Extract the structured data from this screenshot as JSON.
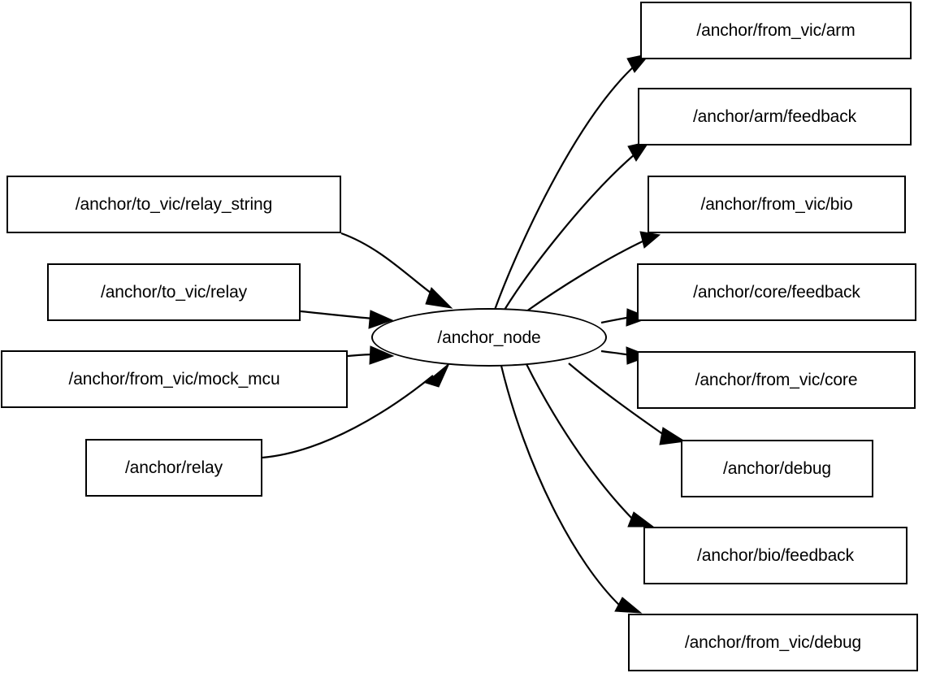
{
  "graph": {
    "type": "ros-node-graph",
    "background_color": "#ffffff",
    "stroke_color": "#000000",
    "center_node": {
      "label": "/anchor_node",
      "shape": "ellipse"
    },
    "publisher_topics": [
      {
        "label": "/anchor/to_vic/relay_string"
      },
      {
        "label": "/anchor/to_vic/relay"
      },
      {
        "label": "/anchor/from_vic/mock_mcu"
      },
      {
        "label": "/anchor/relay"
      }
    ],
    "subscriber_topics": [
      {
        "label": "/anchor/from_vic/arm"
      },
      {
        "label": "/anchor/arm/feedback"
      },
      {
        "label": "/anchor/from_vic/bio"
      },
      {
        "label": "/anchor/core/feedback"
      },
      {
        "label": "/anchor/from_vic/core"
      },
      {
        "label": "/anchor/debug"
      },
      {
        "label": "/anchor/bio/feedback"
      },
      {
        "label": "/anchor/from_vic/debug"
      }
    ]
  }
}
